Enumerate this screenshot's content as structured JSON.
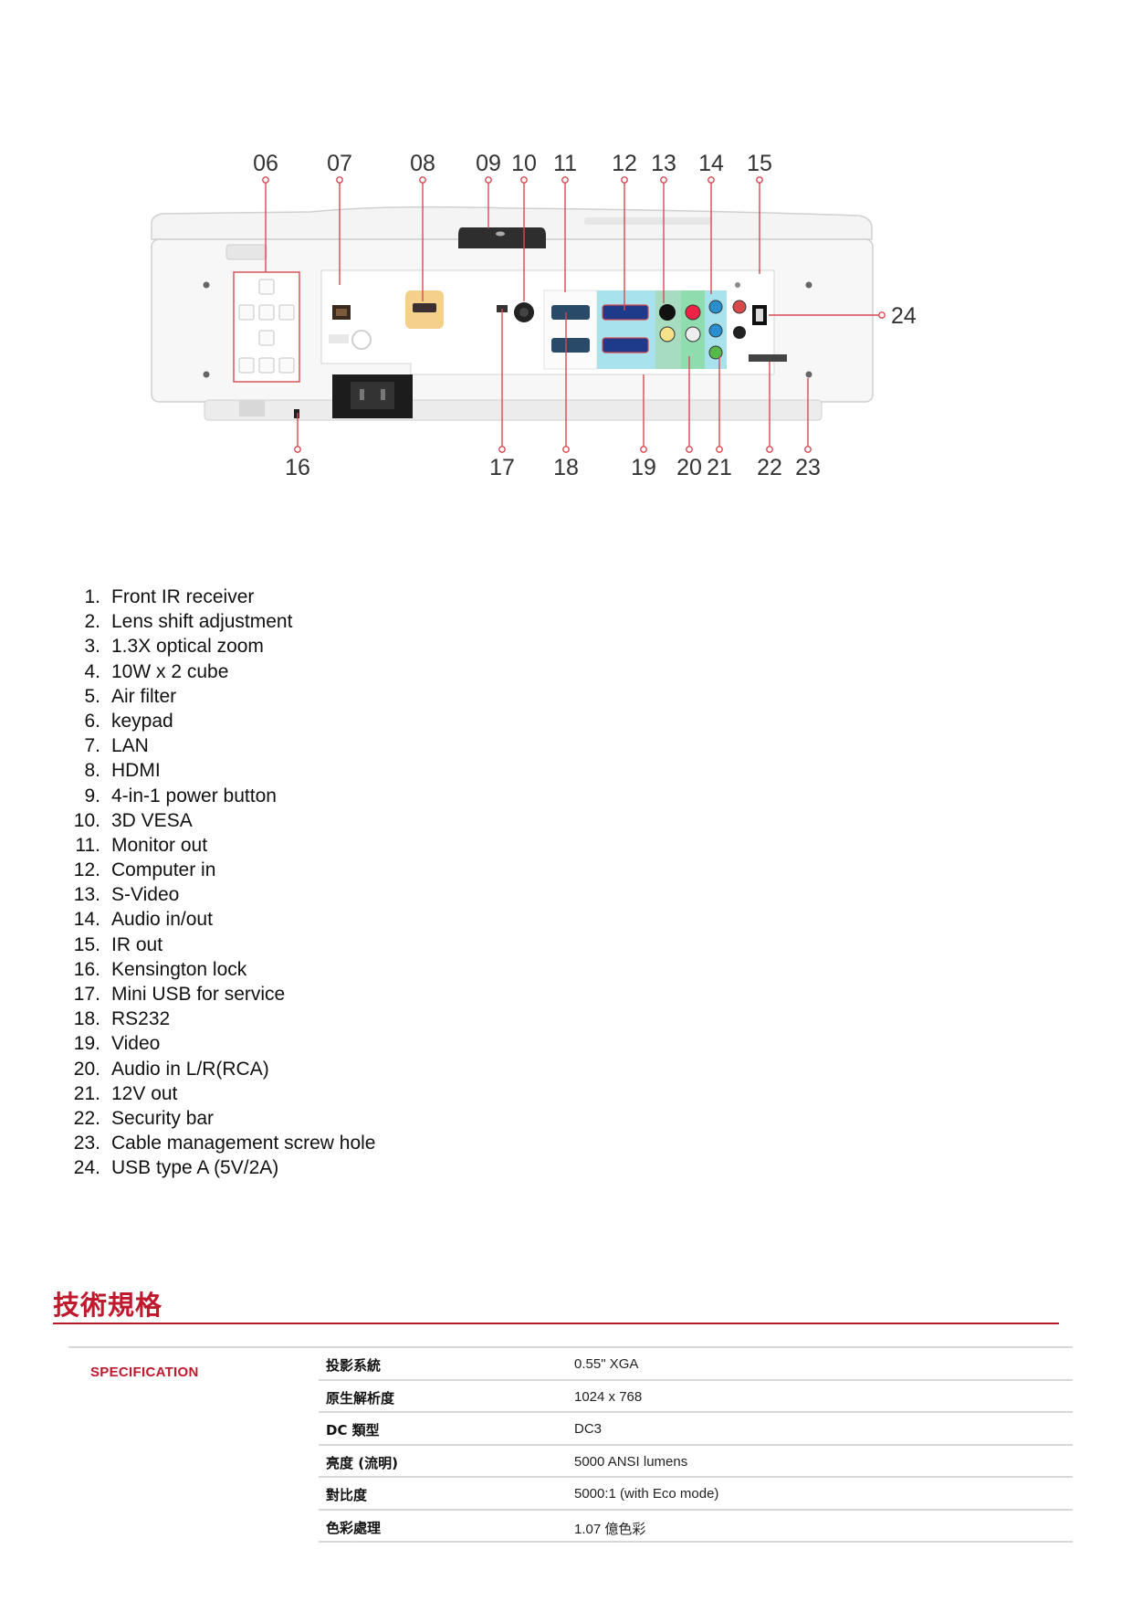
{
  "figure": {
    "top_callouts": [
      "06",
      "07",
      "08",
      "09",
      "10",
      "11",
      "12",
      "13",
      "14",
      "15"
    ],
    "bottom_callouts": [
      "16",
      "17",
      "18",
      "19",
      "20",
      "21",
      "22",
      "23"
    ],
    "right_callouts": [
      "24"
    ],
    "accent_color": "#d64a52"
  },
  "ports": {
    "items": [
      {
        "num": "1.",
        "label": "Front IR receiver"
      },
      {
        "num": "2.",
        "label": "Lens shift adjustment"
      },
      {
        "num": "3.",
        "label": "1.3X optical zoom"
      },
      {
        "num": "4.",
        "label": "10W x 2 cube"
      },
      {
        "num": "5.",
        "label": "Air filter"
      },
      {
        "num": "6.",
        "label": "keypad"
      },
      {
        "num": "7.",
        "label": "LAN"
      },
      {
        "num": "8.",
        "label": "HDMI"
      },
      {
        "num": "9.",
        "label": "4-in-1 power button"
      },
      {
        "num": "10.",
        "label": "3D VESA"
      },
      {
        "num": "11.",
        "label": "Monitor out"
      },
      {
        "num": "12.",
        "label": "Computer in"
      },
      {
        "num": "13.",
        "label": "S-Video"
      },
      {
        "num": "14.",
        "label": "Audio in/out"
      },
      {
        "num": "15.",
        "label": "IR out"
      },
      {
        "num": "16.",
        "label": "Kensington lock"
      },
      {
        "num": "17.",
        "label": "Mini USB for service"
      },
      {
        "num": "18.",
        "label": "RS232"
      },
      {
        "num": "19.",
        "label": "Video"
      },
      {
        "num": "20.",
        "label": "Audio in L/R(RCA)"
      },
      {
        "num": "21.",
        "label": "12V out"
      },
      {
        "num": "22.",
        "label": "Security bar"
      },
      {
        "num": "23.",
        "label": "Cable management screw hole"
      },
      {
        "num": "24.",
        "label": "USB type A (5V/2A)"
      }
    ]
  },
  "spec": {
    "heading": "技術規格",
    "section_label": "SPECIFICATION",
    "rows": [
      {
        "name": "投影系統",
        "value": "0.55\" XGA"
      },
      {
        "name": "原生解析度",
        "value": "1024 x 768"
      },
      {
        "name": "DC 類型",
        "value": "DC3"
      },
      {
        "name": "亮度 (流明)",
        "value": "5000 ANSI lumens"
      },
      {
        "name": "對比度",
        "value": "5000:1 (with Eco mode)"
      },
      {
        "name": "色彩處理",
        "value": "1.07 億色彩"
      }
    ],
    "accent_color": "#c0182c"
  }
}
